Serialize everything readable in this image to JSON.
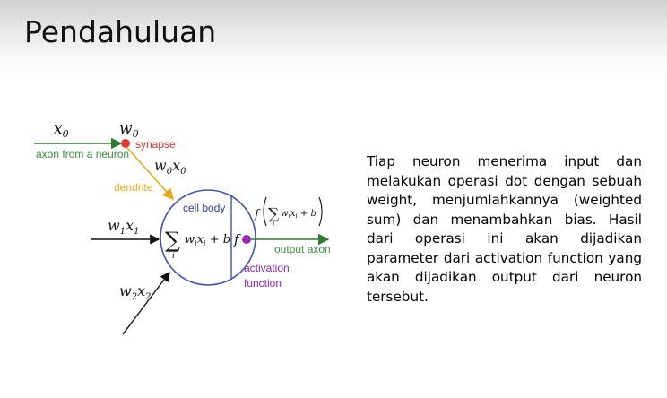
{
  "slide": {
    "title": "Pendahuluan",
    "paragraph": "Tiap neuron menerima input dan melakukan operasi dot dengan sebuah weight, menjumlahkannya (weighted sum) dan menambahkan bias. Hasil dari operasi ini akan dijadikan parameter dari activation function yang akan dijadikan output dari neuron tersebut."
  },
  "diagram": {
    "labels": {
      "axon_from_neuron": "axon from a neuron",
      "synapse": "synapse",
      "dendrite": "dendrite",
      "cell_body": "cell body",
      "output_axon": "output axon",
      "activation_line1": "activation",
      "activation_line2": "function"
    },
    "math": {
      "x0": "x",
      "x0_sub": "0",
      "w0": "w",
      "w0_sub": "0",
      "w0x0_w": "w",
      "w0x0_x": "x",
      "w0x0_sub": "0",
      "w1x1_w": "w",
      "w1x1_x": "x",
      "w1x1_sub": "1",
      "w2x2_w": "w",
      "w2x2_x": "x",
      "w2x2_sub": "2",
      "sum_symbol": "∑",
      "sum_index": "i",
      "sum_body": "w",
      "sum_body_x": "x",
      "sum_body_i": "i",
      "plus_b": "+ b",
      "f": "f"
    },
    "colors": {
      "input_arrow": "#2e7d32",
      "synapse_dot": "#e53935",
      "dendrite": "#e6a817",
      "cell_circle": "#3f51b5",
      "activation_dot": "#9c27b0",
      "output_arrow": "#2e7d32",
      "axon_label": "#388e3c",
      "synapse_label": "#d32f2f",
      "dendrite_label": "#e6a817",
      "cell_label": "#303f9f",
      "activation_label": "#8e24aa"
    }
  }
}
